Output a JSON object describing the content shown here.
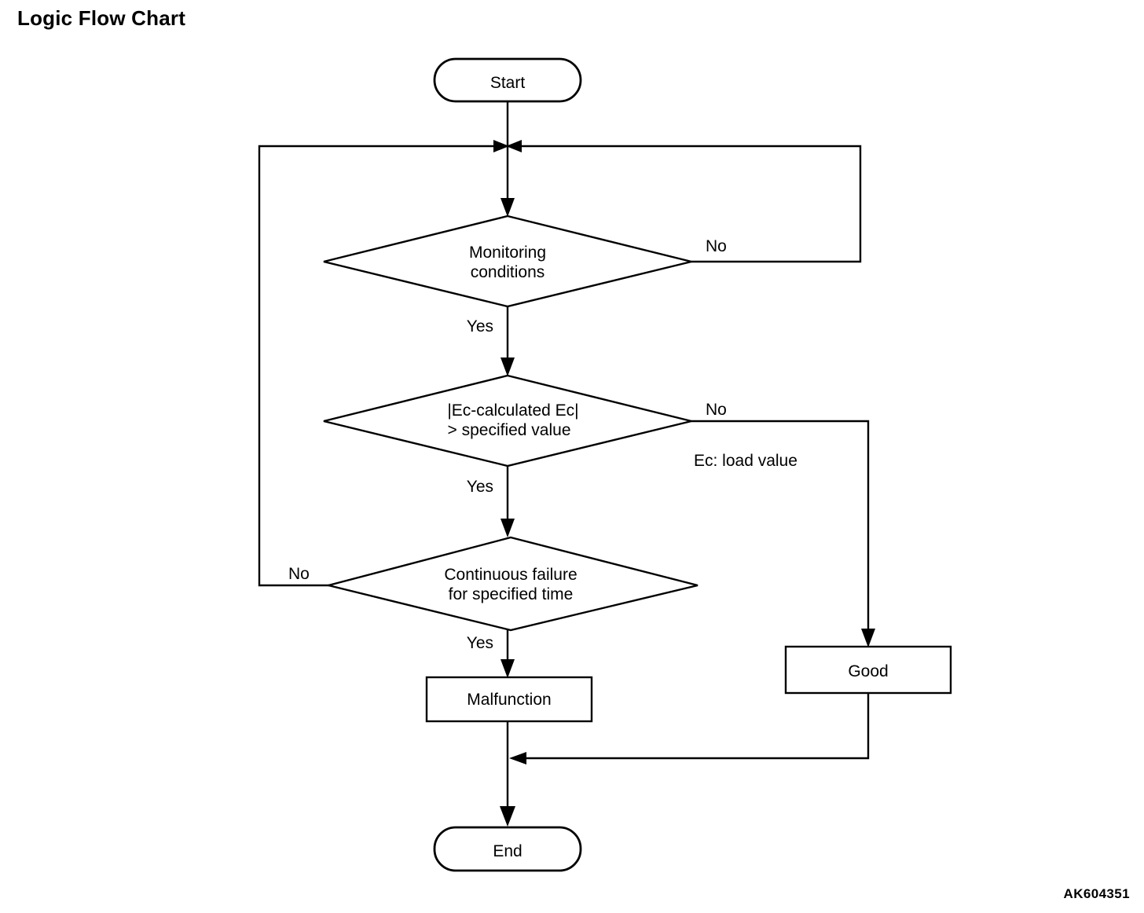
{
  "page": {
    "title": "Logic Flow Chart",
    "figure_code": "AK604351",
    "background_color": "#ffffff",
    "line_color": "#000000",
    "text_color": "#000000"
  },
  "chart_data": {
    "type": "diagram",
    "diagram_kind": "flowchart",
    "title": "Logic Flow Chart",
    "nodes": [
      {
        "id": "start",
        "shape": "stadium",
        "label": "Start"
      },
      {
        "id": "monitoring",
        "shape": "diamond",
        "label": "Monitoring\nconditions",
        "line1": "Monitoring",
        "line2": "conditions"
      },
      {
        "id": "ec_compare",
        "shape": "diamond",
        "label": "|Ec-calculated Ec|\n> specified value",
        "line1": "|Ec-calculated Ec|",
        "line2": "> specified value"
      },
      {
        "id": "continuous",
        "shape": "diamond",
        "label": "Continuous failure\nfor specified time",
        "line1": "Continuous failure",
        "line2": "for specified time"
      },
      {
        "id": "malfunction",
        "shape": "rectangle",
        "label": "Malfunction"
      },
      {
        "id": "good",
        "shape": "rectangle",
        "label": "Good"
      },
      {
        "id": "end",
        "shape": "stadium",
        "label": "End"
      }
    ],
    "edges": [
      {
        "from": "start",
        "to": "monitoring",
        "label": ""
      },
      {
        "from": "monitoring",
        "to": "ec_compare",
        "label": "Yes"
      },
      {
        "from": "monitoring",
        "to": "start_join",
        "label": "No"
      },
      {
        "from": "ec_compare",
        "to": "continuous",
        "label": "Yes"
      },
      {
        "from": "ec_compare",
        "to": "good",
        "label": "No"
      },
      {
        "from": "continuous",
        "to": "malfunction",
        "label": "Yes"
      },
      {
        "from": "continuous",
        "to": "start_join",
        "label": "No"
      },
      {
        "from": "malfunction",
        "to": "end",
        "label": ""
      },
      {
        "from": "good",
        "to": "end",
        "label": ""
      }
    ],
    "annotations": [
      {
        "id": "ec_note",
        "text": "Ec: load value"
      }
    ]
  },
  "labels": {
    "start": "Start",
    "end": "End",
    "malfunction": "Malfunction",
    "good": "Good",
    "monitoring_l1": "Monitoring",
    "monitoring_l2": "conditions",
    "ec_l1": "|Ec-calculated Ec|",
    "ec_l2": "> specified value",
    "continuous_l1": "Continuous failure",
    "continuous_l2": "for specified time",
    "yes_monitoring": "Yes",
    "no_monitoring": "No",
    "yes_ec": "Yes",
    "no_ec": "No",
    "yes_continuous": "Yes",
    "no_continuous": "No",
    "ec_note": "Ec: load value"
  }
}
